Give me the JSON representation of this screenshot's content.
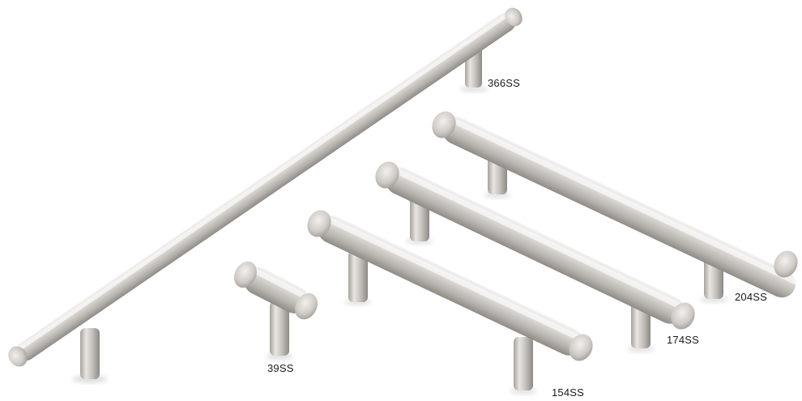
{
  "photo": {
    "background_color": "#ffffff",
    "metal_color": "#c9c6c2"
  },
  "labels": {
    "handle_366": "366SS",
    "handle_204": "204SS",
    "handle_174": "174SS",
    "handle_154": "154SS",
    "handle_39": "39SS"
  }
}
